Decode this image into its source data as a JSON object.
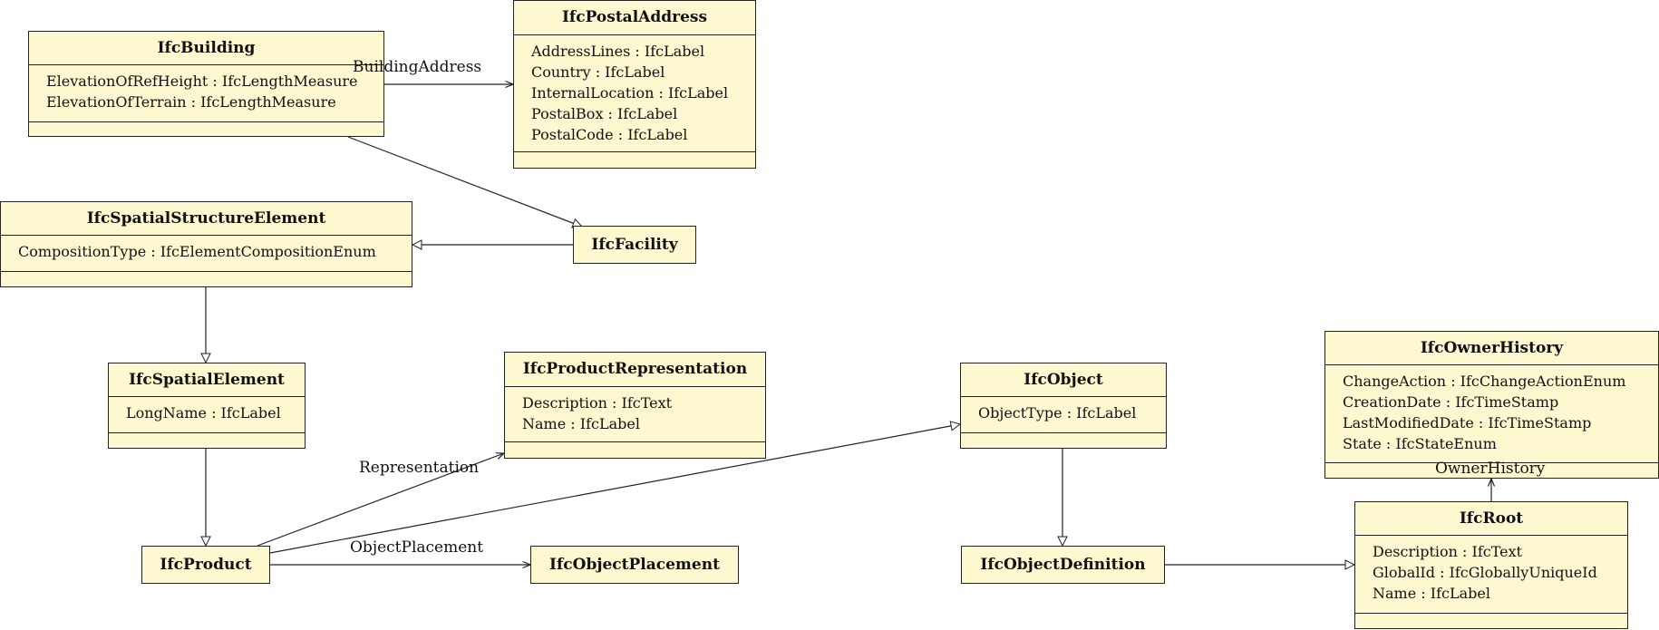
{
  "classes": {
    "building": {
      "name": "IfcBuilding",
      "attributes": [
        "ElevationOfRefHeight : IfcLengthMeasure",
        "ElevationOfTerrain : IfcLengthMeasure"
      ]
    },
    "postal_address": {
      "name": "IfcPostalAddress",
      "attributes": [
        "AddressLines : IfcLabel",
        "Country : IfcLabel",
        "InternalLocation : IfcLabel",
        "PostalBox : IfcLabel",
        "PostalCode : IfcLabel"
      ]
    },
    "spatial_structure_element": {
      "name": "IfcSpatialStructureElement",
      "attributes": [
        "CompositionType : IfcElementCompositionEnum"
      ]
    },
    "facility": {
      "name": "IfcFacility"
    },
    "spatial_element": {
      "name": "IfcSpatialElement",
      "attributes": [
        "LongName : IfcLabel"
      ]
    },
    "product_representation": {
      "name": "IfcProductRepresentation",
      "attributes": [
        "Description : IfcText",
        "Name : IfcLabel"
      ]
    },
    "object": {
      "name": "IfcObject",
      "attributes": [
        "ObjectType : IfcLabel"
      ]
    },
    "owner_history": {
      "name": "IfcOwnerHistory",
      "attributes": [
        "ChangeAction : IfcChangeActionEnum",
        "CreationDate : IfcTimeStamp",
        "LastModifiedDate : IfcTimeStamp",
        "State : IfcStateEnum"
      ]
    },
    "product": {
      "name": "IfcProduct"
    },
    "object_placement": {
      "name": "IfcObjectPlacement"
    },
    "object_definition": {
      "name": "IfcObjectDefinition"
    },
    "root": {
      "name": "IfcRoot",
      "attributes": [
        "Description : IfcText",
        "GlobalId : IfcGloballyUniqueId",
        "Name : IfcLabel"
      ]
    }
  },
  "associations": {
    "building_address": "BuildingAddress",
    "representation": "Representation",
    "object_placement": "ObjectPlacement",
    "owner_history": "OwnerHistory"
  }
}
